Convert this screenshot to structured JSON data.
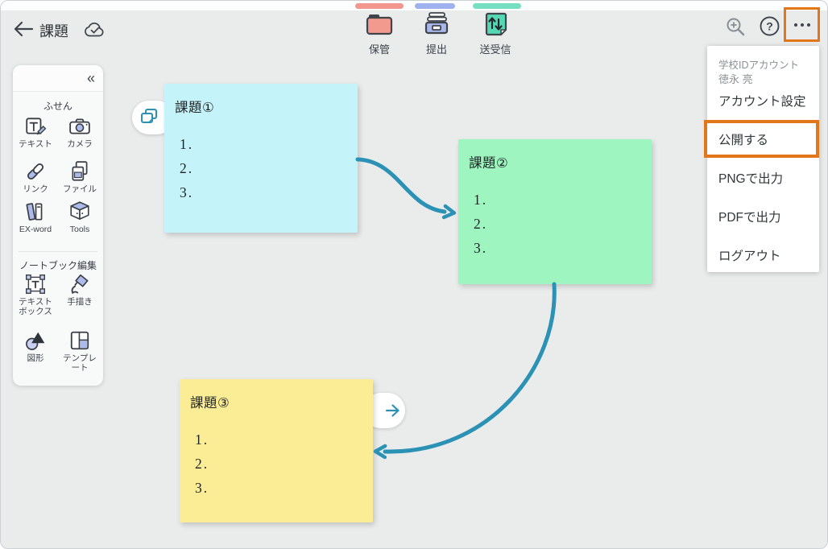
{
  "header": {
    "title": "課題",
    "toolbar": [
      {
        "label": "保管"
      },
      {
        "label": "提出"
      },
      {
        "label": "送受信"
      }
    ]
  },
  "browser_tabs": {
    "colors": [
      "#f2978d",
      "#9fb1ee",
      "#77dfc1"
    ]
  },
  "menu": {
    "account_type": "学校IDアカウント",
    "account_name": "徳永 亮",
    "items": [
      {
        "label": "アカウント設定",
        "highlighted": false
      },
      {
        "label": "公開する",
        "highlighted": true
      },
      {
        "label": "PNGで出力",
        "highlighted": false
      },
      {
        "label": "PDFで出力",
        "highlighted": false
      },
      {
        "label": "ログアウト",
        "highlighted": false
      }
    ]
  },
  "sidebar": {
    "collapse_glyph": "«",
    "sections": [
      {
        "label": "ふせん",
        "tools": [
          {
            "label": "テキスト"
          },
          {
            "label": "カメラ"
          },
          {
            "label": "リンク"
          },
          {
            "label": "ファイル"
          },
          {
            "label": "EX-word"
          },
          {
            "label": "Tools"
          }
        ]
      },
      {
        "label": "ノートブック編集",
        "tools": [
          {
            "label": "テキストボックス"
          },
          {
            "label": "手描き"
          },
          {
            "label": "図形"
          },
          {
            "label": "テンプレート"
          }
        ]
      }
    ]
  },
  "canvas": {
    "notes": [
      {
        "title": "課題①",
        "lines": [
          "1.",
          "2.",
          "3."
        ],
        "color": "#c5f3fa"
      },
      {
        "title": "課題②",
        "lines": [
          "1.",
          "2.",
          "3."
        ],
        "color": "#9ef5bf"
      },
      {
        "title": "課題③",
        "lines": [
          "1.",
          "2.",
          "3."
        ],
        "color": "#fbec96"
      }
    ],
    "connector_color": "#2b92b6",
    "highlight_color": "#e2761b"
  }
}
